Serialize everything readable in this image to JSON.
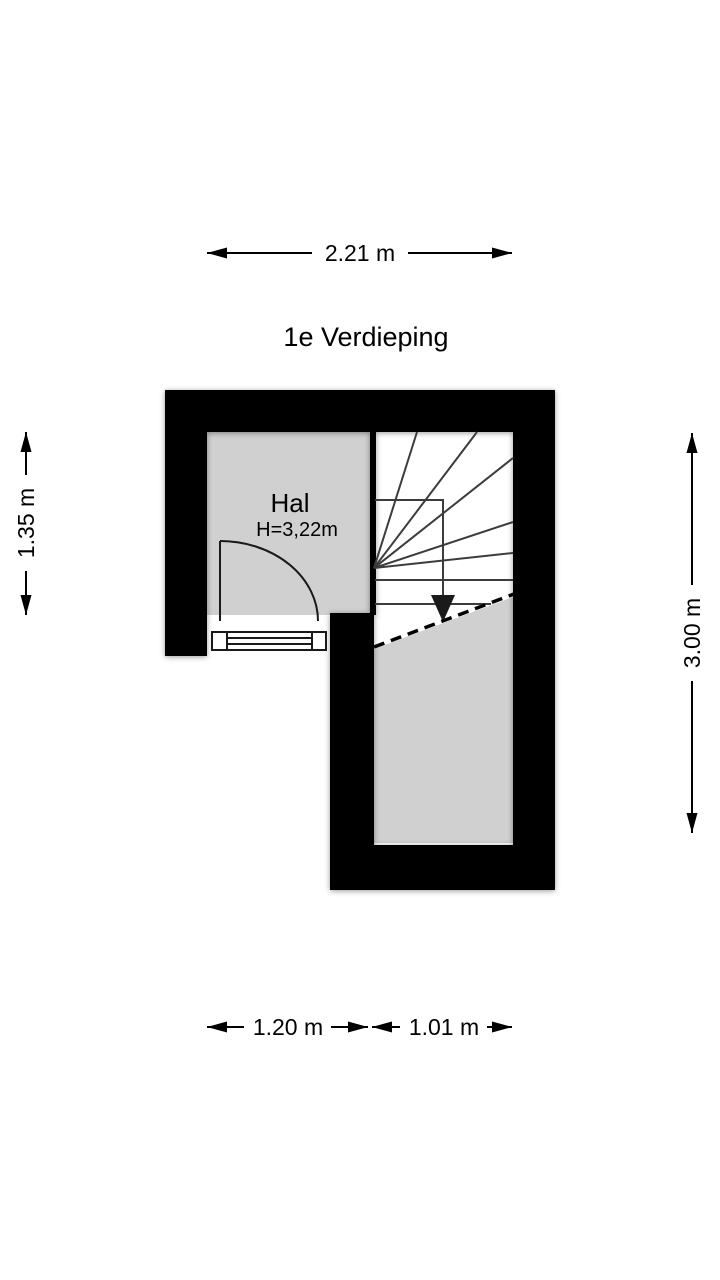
{
  "title": "1e Verdieping",
  "room": {
    "name": "Hal",
    "height_label": "H=3,22m"
  },
  "dimensions": {
    "top": "2.21 m",
    "left": "1.35 m",
    "right": "3.00 m",
    "bottom_left": "1.20 m",
    "bottom_right": "1.01 m"
  },
  "colors": {
    "wall": "#000000",
    "floor": "#d0d0d0",
    "stair_lines": "#3c3c3c",
    "dimension_lines": "#000000",
    "background": "#ffffff"
  }
}
